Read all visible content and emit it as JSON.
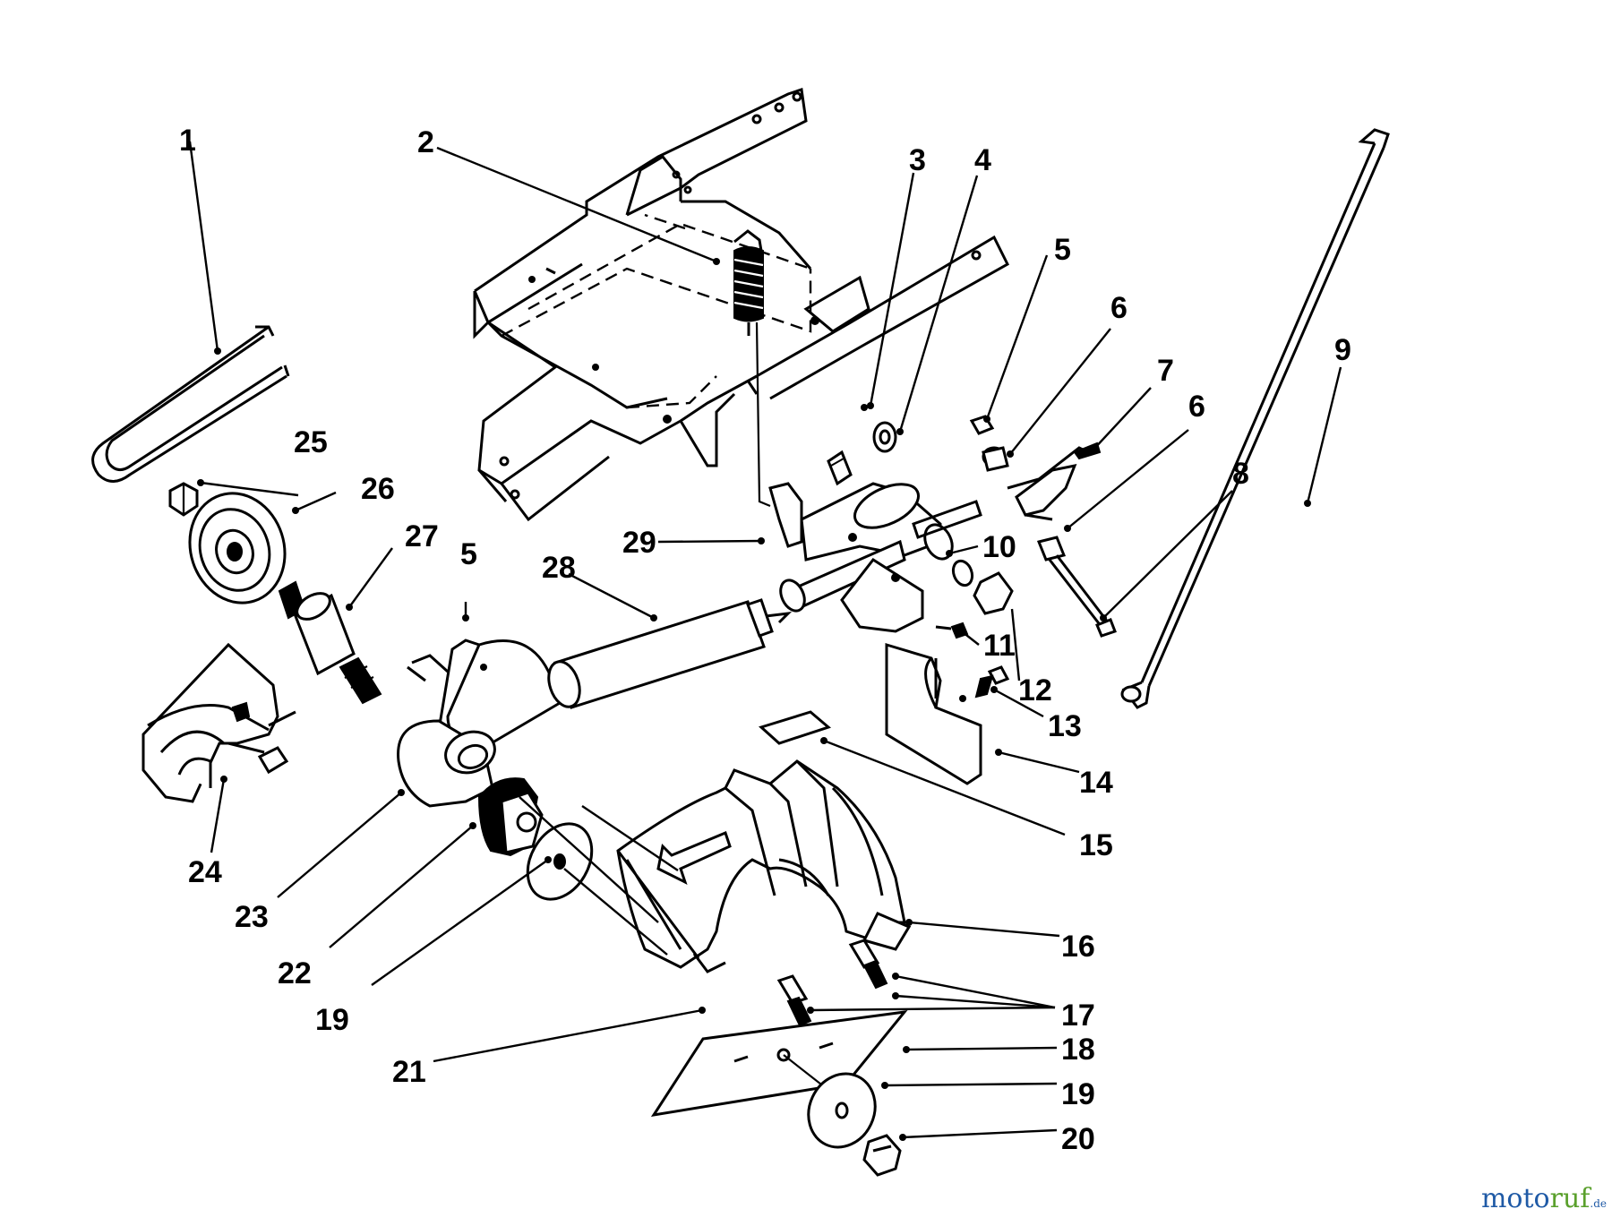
{
  "labels": {
    "l1": "1",
    "l2": "2",
    "l3": "3",
    "l4": "4",
    "l5a": "5",
    "l5b": "5",
    "l6a": "6",
    "l6b": "6",
    "l7": "7",
    "l8": "8",
    "l9": "9",
    "l10": "10",
    "l11": "11",
    "l12": "12",
    "l13": "13",
    "l14": "14",
    "l15": "15",
    "l16": "16",
    "l17": "17",
    "l18": "18",
    "l19a": "19",
    "l19b": "19",
    "l20": "20",
    "l21": "21",
    "l22": "22",
    "l23": "23",
    "l24": "24",
    "l25": "25",
    "l26": "26",
    "l27": "27",
    "l28": "28",
    "l29": "29"
  },
  "watermark": {
    "a": "moto",
    "b": "ruf",
    "c": ".de"
  },
  "colors": {
    "ink": "#000000",
    "brand_blue": "#1f5aa6",
    "brand_green": "#5aa02c"
  }
}
